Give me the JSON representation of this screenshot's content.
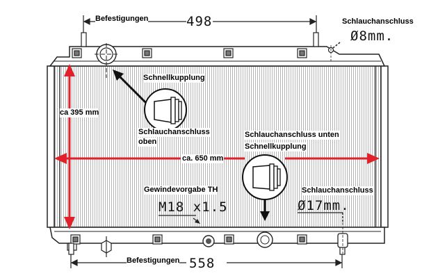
{
  "labels": {
    "befestigungen_top": "Befestigungen",
    "dim_top": "498",
    "schlauch_top_right": "Schlauchanschluss",
    "dim_8mm": "Ø8mm.",
    "schnellkupplung": "Schnellkupplung",
    "ca_395": "ca 395 mm",
    "schlauch_oben_1": "Schlauchanschluss",
    "schlauch_oben_2": "oben",
    "schlauch_unten_1": "Schlauchanschluss unten",
    "schlauch_unten_2": "Schnellkupplung",
    "ca_650": "ca. 650 mm",
    "gewinde": "Gewindevorgabe TH",
    "dim_m18": "M18 x1.5",
    "schlauch_right": "Schlauchanschluss",
    "dim_17mm": "Ø17mm.",
    "befestigungen_bottom": "Befestigungen",
    "dim_bottom": "558"
  },
  "colors": {
    "line": "#222222",
    "arrow": "#e0202a",
    "fin": "#9a9a9a"
  }
}
